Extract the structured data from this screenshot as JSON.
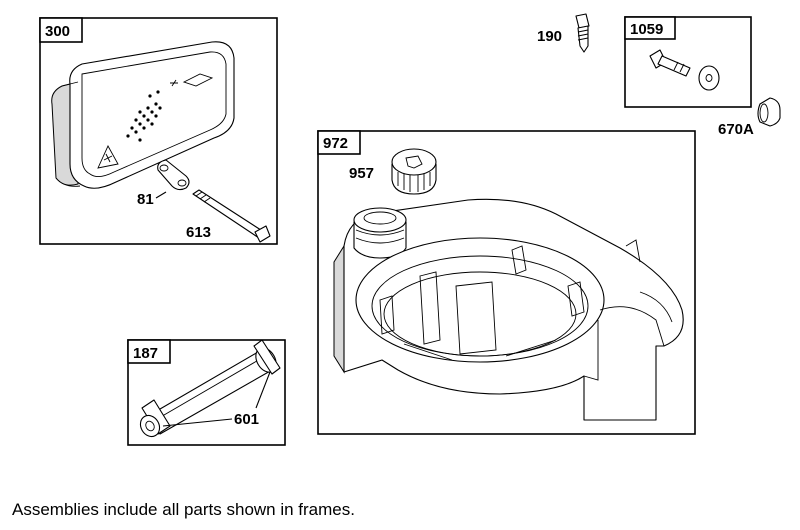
{
  "frames": {
    "muffler": {
      "id": "300"
    },
    "fuel_line": {
      "id": "187"
    },
    "bolt_kit": {
      "id": "1059"
    },
    "fuel_tank": {
      "id": "972"
    }
  },
  "callouts": {
    "screw": "190",
    "spacer": "670A",
    "gasket": "81",
    "muffler_bolt": "613",
    "fuel_hose": "601",
    "fuel_cap": "957"
  },
  "footnote": "Assemblies include all parts shown in frames."
}
